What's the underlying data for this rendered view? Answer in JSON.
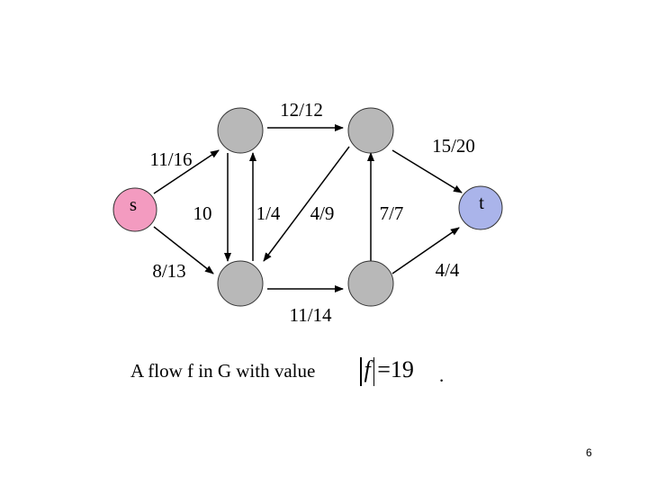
{
  "colors": {
    "source": "#f39bc0",
    "sink": "#aab4ea",
    "internal": "#b8b8b8",
    "edge": "#000000"
  },
  "nodes": [
    {
      "id": "s",
      "label": "s",
      "color": "source"
    },
    {
      "id": "a",
      "label": "",
      "color": "internal"
    },
    {
      "id": "b",
      "label": "",
      "color": "internal"
    },
    {
      "id": "c",
      "label": "",
      "color": "internal"
    },
    {
      "id": "d",
      "label": "",
      "color": "internal"
    },
    {
      "id": "t",
      "label": "t",
      "color": "sink"
    }
  ],
  "edges": [
    {
      "from": "s",
      "to": "a",
      "label": "11/16"
    },
    {
      "from": "s",
      "to": "c",
      "label": "8/13"
    },
    {
      "from": "a",
      "to": "c",
      "label": "10"
    },
    {
      "from": "c",
      "to": "a",
      "label": "1/4"
    },
    {
      "from": "a",
      "to": "b",
      "label": "12/12"
    },
    {
      "from": "b",
      "to": "c",
      "label": "4/9"
    },
    {
      "from": "c",
      "to": "d",
      "label": "11/14"
    },
    {
      "from": "d",
      "to": "b",
      "label": "7/7"
    },
    {
      "from": "b",
      "to": "t",
      "label": "15/20"
    },
    {
      "from": "d",
      "to": "t",
      "label": "4/4"
    }
  ],
  "caption": {
    "text": "A flow f  in  G with value",
    "formula_f": "f",
    "formula_value": "=19",
    "trailing": "."
  },
  "page_number": "6"
}
